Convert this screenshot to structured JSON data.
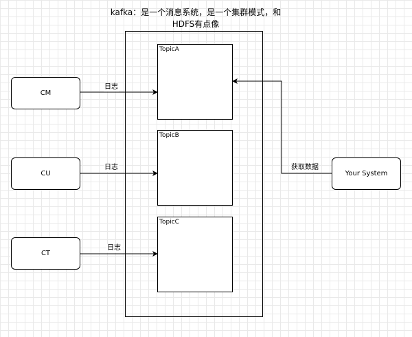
{
  "title": "kafka：是一个消息系统，是一个集群模式，和HDFS有点像",
  "topics": [
    {
      "label": "TopicA"
    },
    {
      "label": "TopicB"
    },
    {
      "label": "TopicC"
    }
  ],
  "producers": [
    {
      "label": "CM",
      "edge_label": "日志"
    },
    {
      "label": "CU",
      "edge_label": "日志"
    },
    {
      "label": "CT",
      "edge_label": "日志"
    }
  ],
  "consumer": {
    "label": "Your System",
    "edge_label": "获取数据"
  }
}
